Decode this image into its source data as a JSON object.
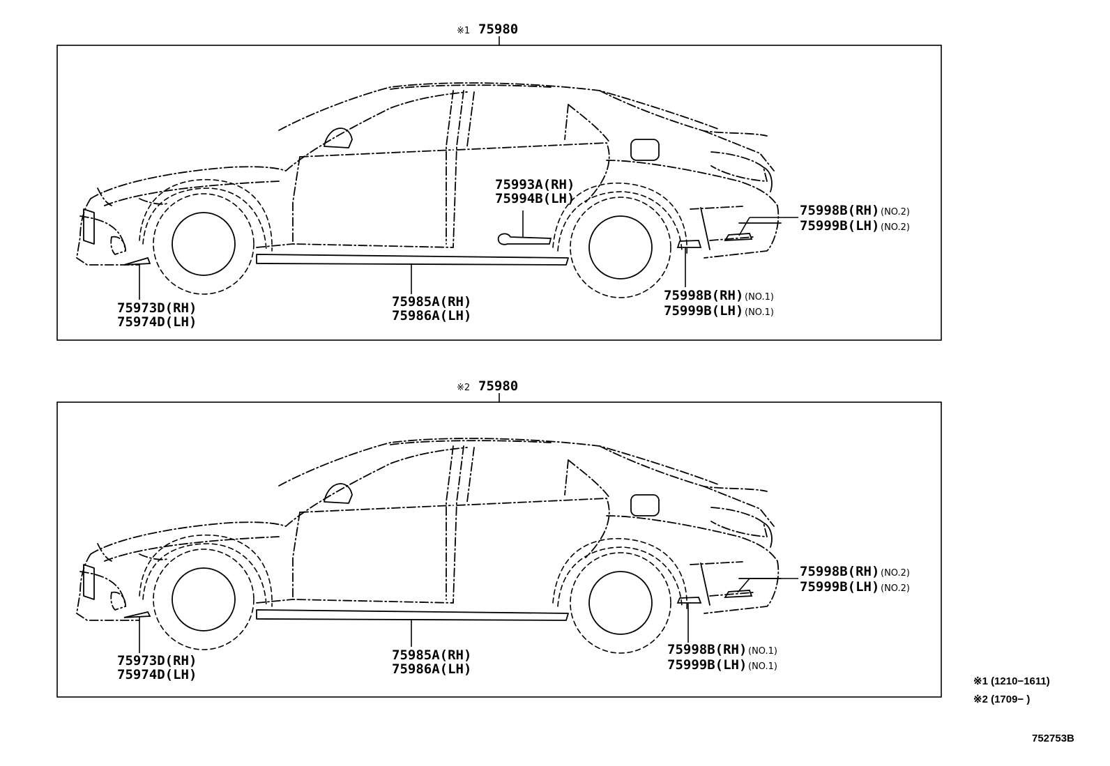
{
  "panels": [
    {
      "marker": "※1",
      "assembly": "75980",
      "callouts": {
        "front": [
          "75973D(RH)",
          "75974D(LH)"
        ],
        "side": [
          "75985A(RH)",
          "75986A(LH)"
        ],
        "emblem": [
          "75993A(RH)",
          "75994B(LH)"
        ],
        "rear_no1": [
          "75998B(RH)",
          "75999B(LH)"
        ],
        "rear_no1_tag": [
          "(NO.1)",
          "(NO.1)"
        ],
        "rear_no2": [
          "75998B(RH)",
          "75999B(LH)"
        ],
        "rear_no2_tag": [
          "(NO.2)",
          "(NO.2)"
        ]
      }
    },
    {
      "marker": "※2",
      "assembly": "75980",
      "callouts": {
        "front": [
          "75973D(RH)",
          "75974D(LH)"
        ],
        "side": [
          "75985A(RH)",
          "75986A(LH)"
        ],
        "rear_no1": [
          "75998B(RH)",
          "75999B(LH)"
        ],
        "rear_no1_tag": [
          "(NO.1)",
          "(NO.1)"
        ],
        "rear_no2": [
          "75998B(RH)",
          "75999B(LH)"
        ],
        "rear_no2_tag": [
          "(NO.2)",
          "(NO.2)"
        ]
      }
    }
  ],
  "notes": [
    "※1 (1210−1611)",
    "※2 (1709−      )"
  ],
  "figure_ref": "752753B"
}
